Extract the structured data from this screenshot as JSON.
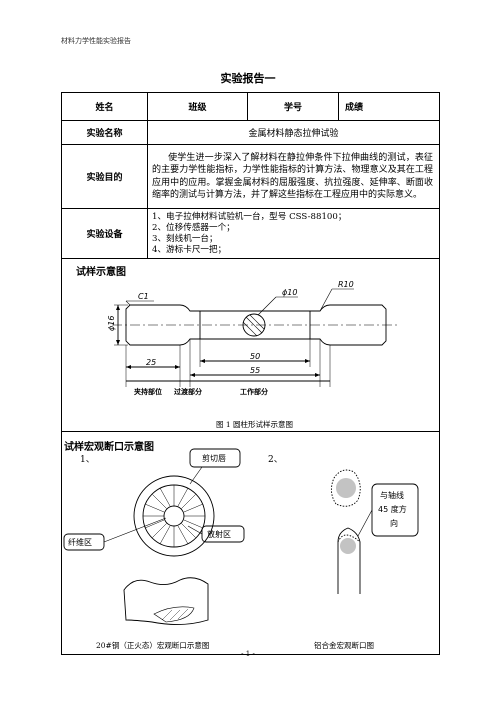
{
  "header": "材料力学性能实验报告",
  "title": "实验报告一",
  "table": {
    "headers": [
      "姓名",
      "班级",
      "学号",
      "成绩"
    ],
    "name_label": "实验名称",
    "name_value": "金属材料静态拉伸试验",
    "purpose_label": "实验目的",
    "purpose_text": "使学生进一步深入了解材料在静拉伸条件下拉伸曲线的测试，表征的主要力学性能指标，力学性能指标的计算方法、物理意义及其在工程应用中的应用。掌握金属材料的屈服强度、抗拉强度、延伸率、断面收缩率的测试与计算方法，并了解这些指标在工程应用中的实际意义。",
    "equipment_label": "实验设备",
    "equipment": [
      "1、电子拉伸材料试验机一台，型号 CSS-88100；",
      "2、位移传感器一个；",
      "3、刻线机一台；",
      "4、游标卡尺一把；"
    ]
  },
  "specimen": {
    "title": "试样示意图",
    "dims": {
      "c1": "C1",
      "r10": "R10",
      "phi10": "ϕ10",
      "phi16": "ϕ16",
      "d50": "50",
      "d55": "55",
      "d25": "25"
    },
    "zones": {
      "clamp": "夹持部位",
      "transition": "过渡部分",
      "working": "工作部分"
    },
    "caption": "图 1  圆柱形试样示意图"
  },
  "fracture": {
    "title": "试样宏观断口示意图",
    "item1": "1、",
    "item2": "2、",
    "shear_lip": "剪切唇",
    "fiber_zone": "纤维区",
    "radial_zone": "放射区",
    "axis45": [
      "与轴线",
      "45 度方",
      "向"
    ],
    "caption1": "20#钢（正火态）宏观断口示意图",
    "caption2": "铝合金宏观断口图"
  },
  "footer": "- 1 -"
}
